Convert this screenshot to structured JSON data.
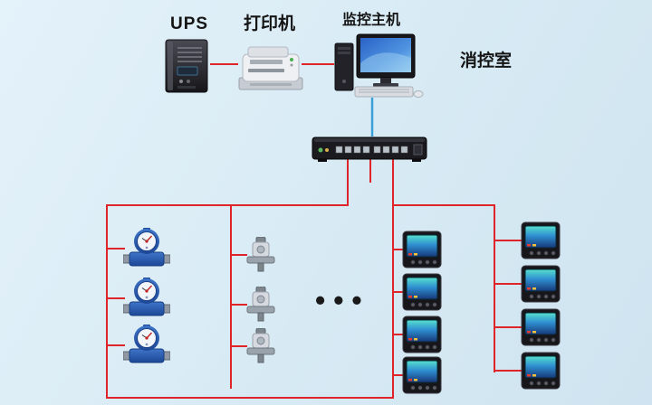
{
  "diagram": {
    "labels": {
      "ups": "UPS",
      "printer": "打印机",
      "host": "监控主机",
      "room": "消控室",
      "ellipsis": "•••"
    },
    "colors": {
      "background": "#d7eaf4",
      "wire_red": "#e0252a",
      "uplink_blue": "#3aa0d8"
    },
    "devices": {
      "water_meters": 3,
      "valve_devices": 3,
      "power_meters_inner_column": 4,
      "power_meters_outer_column": 4
    }
  }
}
